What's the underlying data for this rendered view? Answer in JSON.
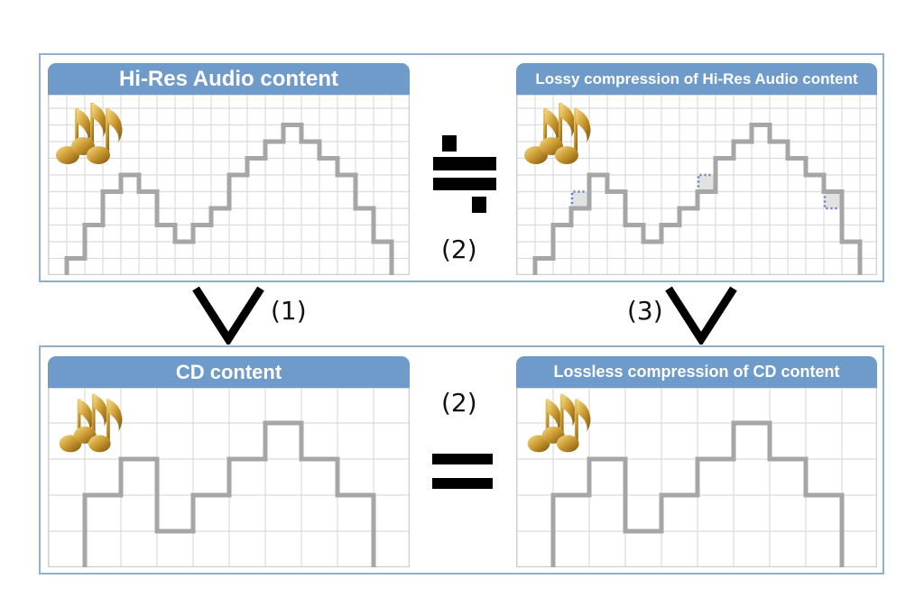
{
  "colors": {
    "frame": "#8fb0cf",
    "header": "#6e9bc9",
    "grid": "#dcdcdc",
    "step_line": "#a6a6a6",
    "dotted": "#5a7fc2",
    "lost_fill": "#e2e2e2",
    "gold": "#c9972e"
  },
  "panels": {
    "hires": {
      "title": "Hi-Res Audio content"
    },
    "lossy": {
      "title": "Lossy compression of Hi-Res Audio content"
    },
    "cd": {
      "title": "CD content"
    },
    "lossless": {
      "title": "Lossless compression of CD content"
    }
  },
  "relations": {
    "top_symbol": "not-equal (÷-like)",
    "top_label": "(2)",
    "bottom_symbol": "equal",
    "bottom_label": "(2)",
    "left_arrow_label": "(1)",
    "right_arrow_label": "(3)"
  },
  "icons": {
    "music_note": "music-notes-icon",
    "down_arrow": "chevron-down-icon"
  },
  "chart_data": [
    {
      "type": "line",
      "title": "Hi-Res Audio content",
      "style": "step",
      "levels": [
        1,
        3,
        5,
        6,
        5,
        3,
        2,
        3,
        4,
        6,
        7,
        8,
        9,
        8,
        7,
        6,
        4,
        2
      ]
    },
    {
      "type": "line",
      "title": "Lossy compression of Hi-Res Audio content",
      "style": "step",
      "levels": [
        1,
        3,
        4,
        6,
        5,
        3,
        2,
        3,
        4,
        5,
        7,
        8,
        9,
        8,
        7,
        6,
        5,
        2
      ],
      "lost_cells": [
        2,
        9,
        16
      ]
    },
    {
      "type": "line",
      "title": "CD content",
      "style": "step",
      "levels": [
        2,
        3,
        1,
        2,
        3,
        4,
        3,
        2
      ]
    },
    {
      "type": "line",
      "title": "Lossless compression of CD content",
      "style": "step",
      "levels": [
        2,
        3,
        1,
        2,
        3,
        4,
        3,
        2
      ]
    }
  ]
}
